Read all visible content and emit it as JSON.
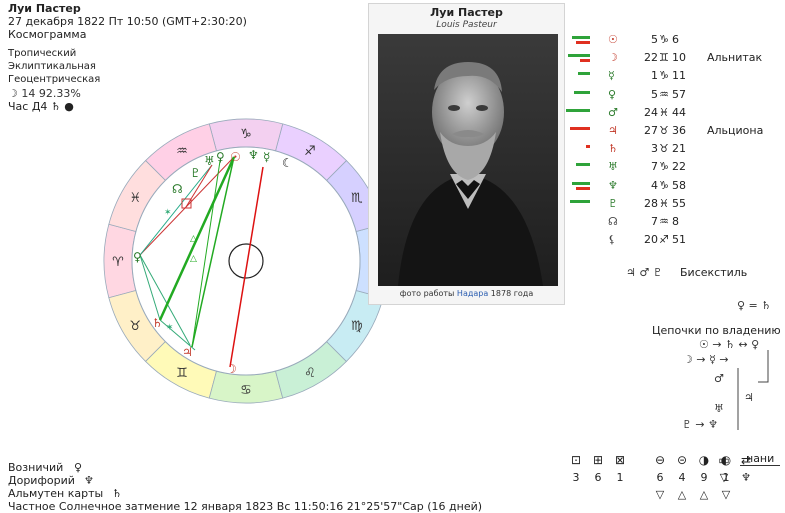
{
  "header": {
    "name": "Луи Пастер",
    "date_line": "27 декабря 1822  Пт  10:50 (GMT+2:30:20)",
    "chart_kind": "Космограмма",
    "zodiac": "Тропический",
    "coords": "Эклиптикальная",
    "center": "Геоцентрическая",
    "moon_line": "☽  14 92.33%",
    "hour_line": "Час Д4  ♄ ●"
  },
  "photo": {
    "title": "Луи Пастер",
    "subtitle": "Louis Pasteur",
    "caption_prefix": "фото работы ",
    "caption_link": "Надара",
    "caption_suffix": " 1878 года"
  },
  "planets": [
    {
      "glyph": "☉",
      "deg": "5",
      "sign": "♑",
      "min": "6",
      "star": "",
      "color": "#c23a2a",
      "bars": [
        [
          "#2fa33a",
          18
        ],
        [
          "#e03020",
          14
        ]
      ]
    },
    {
      "glyph": "☽",
      "deg": "22",
      "sign": "♊",
      "min": "10",
      "star": "Альнитак",
      "color": "#c23a2a",
      "bars": [
        [
          "#2fa33a",
          22
        ],
        [
          "#e03020",
          10
        ]
      ]
    },
    {
      "glyph": "☿",
      "deg": "1",
      "sign": "♑",
      "min": "11",
      "star": "",
      "color": "#2a7a2a",
      "bars": [
        [
          "#2fa33a",
          12
        ]
      ]
    },
    {
      "glyph": "♀",
      "deg": "5",
      "sign": "♒",
      "min": "57",
      "star": "",
      "color": "#2a7a2a",
      "bars": [
        [
          "#2fa33a",
          16
        ]
      ]
    },
    {
      "glyph": "♂",
      "deg": "24",
      "sign": "♓",
      "min": "44",
      "star": "",
      "color": "#2a7a2a",
      "bars": [
        [
          "#2fa33a",
          24
        ]
      ]
    },
    {
      "glyph": "♃",
      "deg": "27",
      "sign": "♉",
      "min": "36",
      "star": "Альциона",
      "color": "#c23a2a",
      "bars": [
        [
          "#e03020",
          20
        ]
      ]
    },
    {
      "glyph": "♄",
      "deg": "3",
      "sign": "♉",
      "min": "21",
      "star": "",
      "color": "#c23a2a",
      "bars": [
        [
          "#e03020",
          4
        ]
      ]
    },
    {
      "glyph": "♅",
      "deg": "7",
      "sign": "♑",
      "min": "22",
      "star": "",
      "color": "#2a7a2a",
      "bars": [
        [
          "#2fa33a",
          14
        ]
      ]
    },
    {
      "glyph": "♆",
      "deg": "4",
      "sign": "♑",
      "min": "58",
      "star": "",
      "color": "#2a7a2a",
      "bars": [
        [
          "#2fa33a",
          18
        ],
        [
          "#e03020",
          14
        ]
      ]
    },
    {
      "glyph": "♇",
      "deg": "28",
      "sign": "♓",
      "min": "55",
      "star": "",
      "color": "#2a7a2a",
      "bars": [
        [
          "#2fa33a",
          20
        ]
      ]
    },
    {
      "glyph": "☊",
      "deg": "7",
      "sign": "♒",
      "min": "8",
      "star": "",
      "color": "#444",
      "bars": []
    },
    {
      "glyph": "⚸",
      "deg": "20",
      "sign": "♐",
      "min": "51",
      "star": "",
      "color": "#444",
      "bars": []
    }
  ],
  "bisextile": {
    "glyphs": "♃ ♂ ♇",
    "label": "Бисекстиль"
  },
  "equation": "♀ = ♄",
  "chains": {
    "title": "Цепочки по владению",
    "line1": "☉ → ♄ ↔ ♀",
    "line2": "☽ → ☿ →",
    "mars": "♂",
    "jupiter": "♃",
    "uranus": "♅",
    "line_last": "♇ → ♆"
  },
  "bottom": {
    "charioteer_label": "Возничий",
    "charioteer_glyph": "♀",
    "doryphory_label": "Дорифорий",
    "doryphory_glyph": "♆",
    "almuten_label": "Альмутен карты",
    "almuten_glyph": "♄",
    "eclipse_line": "Частное Солнечное затмение 12 января 1823 Вс 11:50:16 21°25'57\"Cap (16 дней)"
  },
  "stats": {
    "group1": {
      "icons": [
        "⊡",
        "⊞",
        "⊠"
      ],
      "nums": [
        "3",
        "6",
        "1"
      ]
    },
    "group2": {
      "icons": [
        "⊖",
        "⊝",
        "◑",
        "◐"
      ],
      "nums": [
        "6",
        "4",
        "9",
        "1"
      ]
    },
    "group3": {
      "icons": [
        "▭",
        "⇄"
      ],
      "nums": [
        "▽",
        "♆"
      ]
    },
    "tail_text": "нани"
  },
  "wheel_signs": [
    "♈",
    "♉",
    "♊",
    "♋",
    "♌",
    "♍",
    "♎",
    "♏",
    "♐",
    "♑",
    "♒",
    "♓"
  ]
}
